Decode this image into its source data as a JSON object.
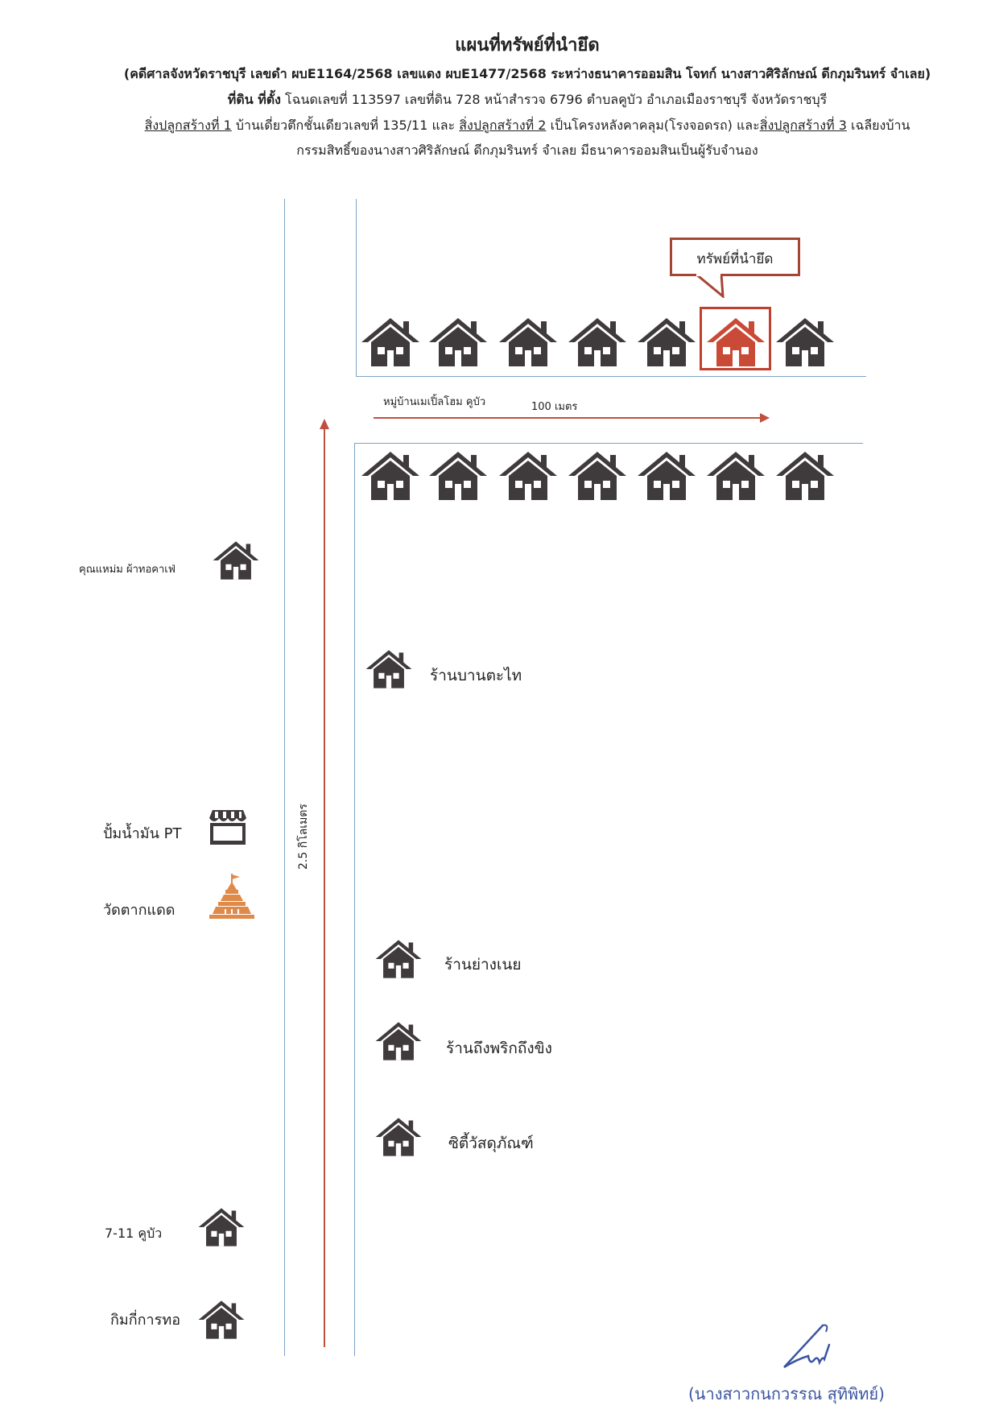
{
  "header": {
    "title": "แผนที่ทรัพย์ที่นำยึด",
    "case_line": "(คดีศาลจังหวัดราชบุรี เลขดำ ผบE1164/2568 เลขแดง ผบE1477/2568 ระหว่างธนาคารออมสิน โจทก์ นางสาวศิริลักษณ์ ดีกภุมรินทร์ จำเลย)",
    "location_label": "ที่ดิน ที่ตั้ง",
    "location_text": " โฉนดเลขที่ 113597 เลขที่ดิน 728 หน้าสำรวจ 6796 ตำบลคูบัว อำเภอเมืองราชบุรี จังหวัดราชบุรี",
    "building1_label": "สิ่งปลูกสร้างที่ 1",
    "building1_text": " บ้านเดี่ยวตึกชั้นเดียวเลขที่ 135/11 และ ",
    "building2_label": "สิ่งปลูกสร้างที่ 2",
    "building2_text": " เป็นโครงหลังคาคลุม(โรงจอดรถ) และ",
    "building3_label": "สิ่งปลูกสร้างที่ 3",
    "building3_text": " เฉลียงบ้าน",
    "ownership_line": "กรรมสิทธิ์ของนางสาวศิริลักษณ์ ดีกภุมรินทร์ จำเลย มีธนาคารออมสินเป็นผู้รับจำนอง"
  },
  "map": {
    "callout_label": "ทรัพย์ที่นำยึด",
    "village_label": "หมู่บ้านเมเปิ้ลโฮม คูบัว",
    "distance_short": "100 เมตร",
    "distance_long": "2.5 กิโลเมตร",
    "landmarks_left": [
      {
        "label": "คุณแหม่ม ผ้าทอคาเฟ่",
        "icon": "house-icon"
      },
      {
        "label": "ปั้มน้ำมัน PT",
        "icon": "shop-icon"
      },
      {
        "label": "วัดตากแดด",
        "icon": "temple-icon"
      },
      {
        "label": "7-11 คูบัว",
        "icon": "house-icon"
      },
      {
        "label": "กิมกี่การทอ",
        "icon": "house-icon"
      }
    ],
    "landmarks_right": [
      {
        "label": "ร้านบานตะไท",
        "icon": "house-icon"
      },
      {
        "label": "ร้านย่างเนย",
        "icon": "house-icon"
      },
      {
        "label": "ร้านถึงพริกถึงขิง",
        "icon": "house-icon"
      },
      {
        "label": "ซิตี้วัสดุภัณฑ์",
        "icon": "house-icon"
      }
    ],
    "target_index": 5,
    "house_row_count": 7
  },
  "signer": "(นางสาวกนกวรรณ  สุทิพิทย์)",
  "colors": {
    "house": "#3f3a3b",
    "target_house": "#c94a36",
    "road_line": "#7fa3c7",
    "arrow": "#c0503e",
    "callout_border": "#a54535",
    "temple": "#e08a4a",
    "signature": "#3a55a0"
  }
}
